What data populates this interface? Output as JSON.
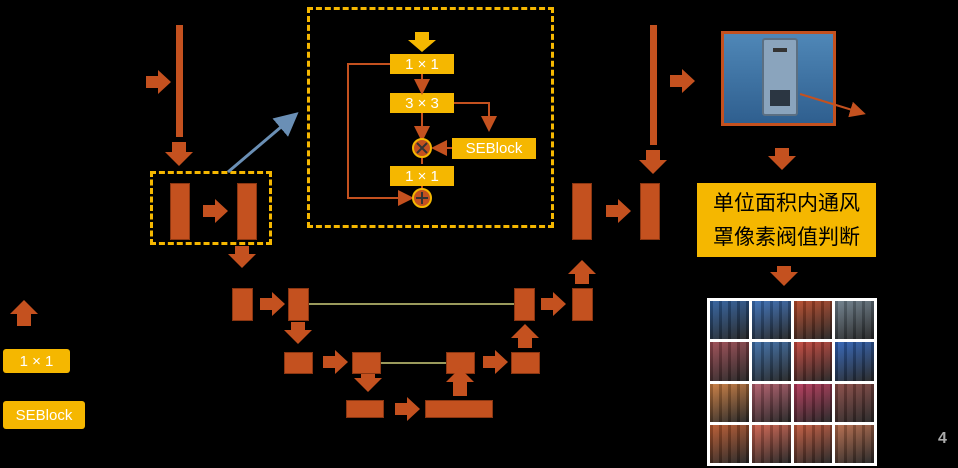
{
  "se_block": {
    "conv1_label": "1 × 1",
    "conv3_label": "3 × 3",
    "conv1b_label": "1 × 1",
    "seblock_label": "SEBlock"
  },
  "legend": {
    "conv_label": "1 × 1",
    "seblock_label": "SEBlock"
  },
  "decision": {
    "line1": "单位面积内通风",
    "line2": "罩像素阀值判断"
  },
  "page_number": "4",
  "colors": {
    "block": "#c4511f",
    "accent": "#f5b700",
    "skip_line": "#9a9a5c",
    "blue_arrow": "#6a8fb5"
  },
  "result_grid": {
    "tile_colors": [
      "#2e5f9e",
      "#3a6fb8",
      "#b84a2a",
      "#6e7f8c",
      "#9c4a52",
      "#3d6ea8",
      "#c6463c",
      "#2f62b6",
      "#c87a3e",
      "#b25c6a",
      "#b7385a",
      "#8a4a45",
      "#b8582e",
      "#d0624e",
      "#c45a3e",
      "#b56a4a"
    ]
  }
}
